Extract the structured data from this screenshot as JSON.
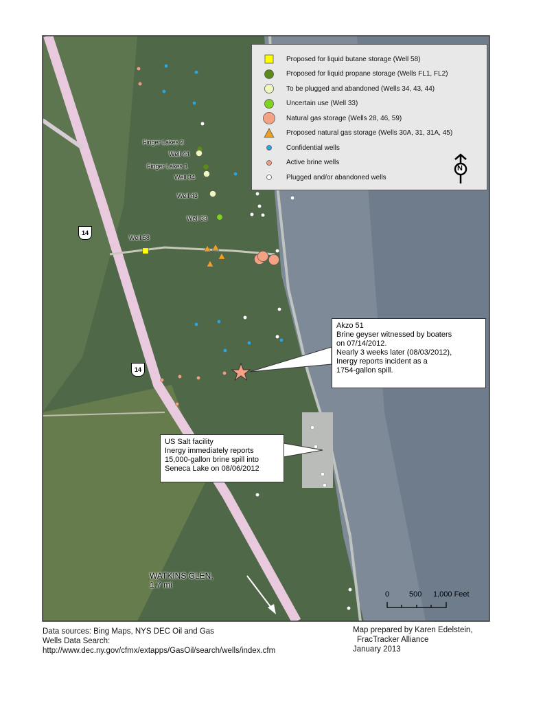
{
  "legend": {
    "items": [
      {
        "label": "Proposed for liquid butane storage (Well 58)",
        "symbol": "square",
        "color": "#ffff00"
      },
      {
        "label": "Proposed for liquid propane storage (Wells FL1, FL2)",
        "symbol": "circle",
        "color": "#5b8a1a"
      },
      {
        "label": "To be plugged and abandoned (Wells 34, 43, 44)",
        "symbol": "circle",
        "color": "#eef8c0"
      },
      {
        "label": "Uncertain use (Well 33)",
        "symbol": "circle",
        "color": "#7ed321"
      },
      {
        "label": "Natural gas storage (Wells 28, 46, 59)",
        "symbol": "circle-large",
        "color": "#f4a283"
      },
      {
        "label": "Proposed natural gas storage (Wells 30A, 31, 31A, 45)",
        "symbol": "triangle",
        "color": "#f0a020"
      },
      {
        "label": "Confidential wells",
        "symbol": "dot",
        "color": "#29a8e0"
      },
      {
        "label": "Active brine wells",
        "symbol": "dot",
        "color": "#f0a080"
      },
      {
        "label": "Plugged and/or abandoned wells",
        "symbol": "dot",
        "color": "#ffffff"
      }
    ],
    "north_label": "N"
  },
  "well_labels": {
    "fl2": "Finger Lakes 2",
    "w44": "Well 44",
    "fl1": "Finger Lakes 1",
    "w34": "Well 34",
    "w43": "Well 43",
    "w33": "Well 33",
    "w58": "Well 58"
  },
  "route_shield": "14",
  "callouts": {
    "akzo": [
      "Akzo 51",
      "Brine geyser witnessed by boaters",
      "on 07/14/2012.",
      "Nearly 3 weeks later (08/03/2012),",
      "Inergy reports incident as a",
      "1754-gallon spill."
    ],
    "ussalt": [
      "US Salt facility",
      "Inergy immediately reports",
      "15,000-gallon brine spill into",
      "Seneca Lake on 08/06/2012"
    ]
  },
  "watkins": {
    "line1": "WATKINS GLEN,",
    "line2": "1.7 mi"
  },
  "scale_bar": {
    "t0": "0",
    "t1": "500",
    "t2": "1,000 Feet"
  },
  "footer": {
    "sources": [
      "Data sources: Bing Maps, NYS DEC Oil and Gas",
      "Wells Data Search:",
      "http://www.dec.ny.gov/cfmx/extapps/GasOil/search/wells/index.cfm"
    ],
    "credit": [
      "Map prepared by Karen Edelstein,",
      "FracTracker Alliance",
      "January 2013"
    ]
  }
}
